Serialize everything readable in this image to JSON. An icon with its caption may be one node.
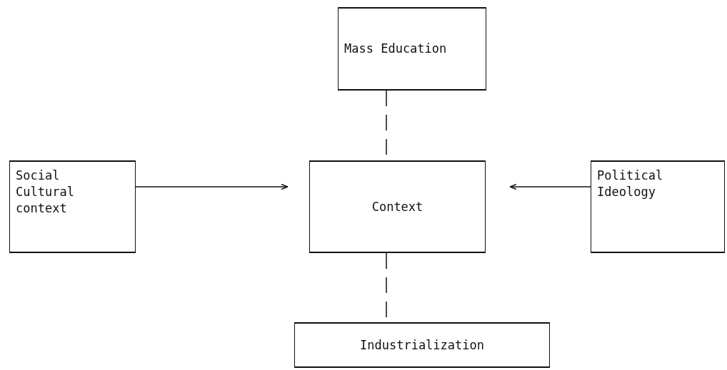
{
  "diagram": {
    "nodes": [
      {
        "text": [
          "Mass Education"
        ]
      },
      {
        "text": [
          "Social Cultural context"
        ]
      },
      {
        "text": [
          "Context"
        ]
      },
      {
        "text": [
          "Political Ideology"
        ]
      },
      {
        "text": [
          "Industrialization"
        ]
      }
    ],
    "edges": [
      {
        "from": 0,
        "to": 2,
        "arrow": "none",
        "style": "dashed"
      },
      {
        "from": 1,
        "to": 2,
        "arrow": "to"
      },
      {
        "from": 3,
        "to": 2,
        "arrow": "to"
      },
      {
        "from": 2,
        "to": 4,
        "arrow": "none",
        "style": "dashed"
      }
    ]
  }
}
